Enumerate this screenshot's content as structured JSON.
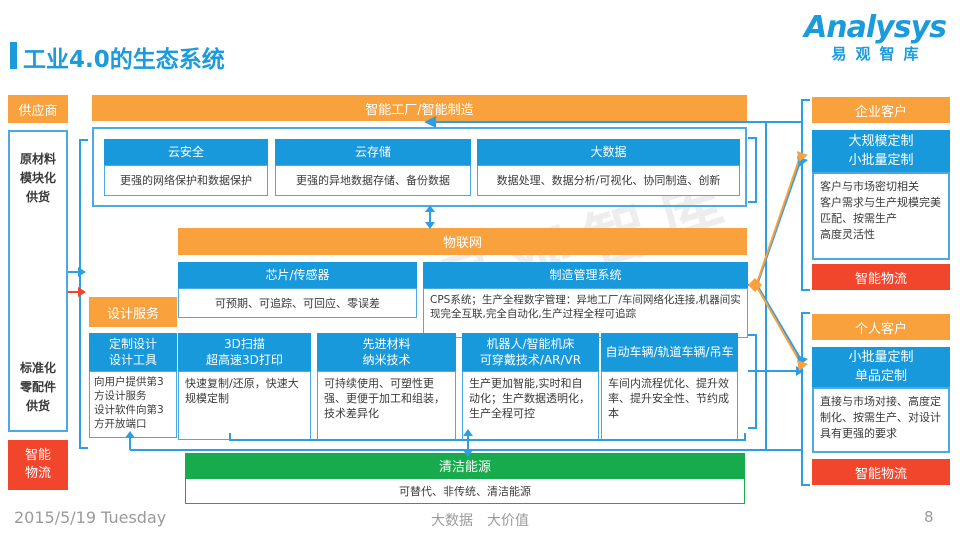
{
  "colors": {
    "orange": "#F9A13C",
    "blue": "#1899DB",
    "lightblue_border": "#4DA9E2",
    "red": "#F1452C",
    "green": "#18AB4D",
    "title_blue": "#1B9BDB",
    "line_blue": "#2E9EE3",
    "text_dark": "#3A3A3A",
    "gray": "#9B9B9B"
  },
  "page": {
    "title": "工业4.0的生态系统",
    "watermark": "易观智库",
    "footer_date": "2015/5/19 Tuesday",
    "footer_slogan": "大数据　大价值",
    "footer_page": "8"
  },
  "logo": {
    "name": "Analysys",
    "cn": "易观智库"
  },
  "left": {
    "header": "供应商",
    "item1": "原材料\n模块化\n供货",
    "item2": "标准化\n零配件\n供货",
    "logistics": "智能\n物流"
  },
  "main": {
    "factory_bar": "智能工厂/智能制造",
    "cloud": [
      {
        "title": "云安全",
        "desc": "更强的网络保护和数据保护"
      },
      {
        "title": "云存储",
        "desc": "更强的异地数据存储、备份数据"
      },
      {
        "title": "大数据",
        "desc": "数据处理、数据分析/可视化、协同制造、创新"
      }
    ],
    "iot_bar": "物联网",
    "iot": [
      {
        "title": "芯片/传感器",
        "desc": "可预期、可追踪、可回应、零误差"
      },
      {
        "title": "制造管理系统",
        "desc": "CPS系统；生产全程数字管理：异地工厂/车间网络化连接,机器间实现完全互联,完全自动化,生产过程全程可追踪"
      }
    ],
    "design_label": "设计服务",
    "tech": [
      {
        "title": "定制设计\n设计工具",
        "desc": "向用户提供第3方设计服务\n设计软件向第3方开放端口"
      },
      {
        "title": "3D扫描\n超高速3D打印",
        "desc": "快速复制/还原，快速大规模定制"
      },
      {
        "title": "先进材料\n纳米技术",
        "desc": "可持续使用、可塑性更强、更便于加工和组装，技术差异化"
      },
      {
        "title": "机器人/智能机床\n可穿戴技术/AR/VR",
        "desc": "生产更加智能,实时和自动化；生产数据透明化，生产全程可控"
      },
      {
        "title": "自动车辆/轨道车辆/吊车",
        "desc": "车间内流程优化、提升效率、提升安全性、节约成本"
      }
    ],
    "energy": {
      "title": "清洁能源",
      "desc": "可替代、非传统、清洁能源"
    }
  },
  "right": {
    "enterprise": {
      "header": "企业客户",
      "model": "大规模定制\n小批量定制",
      "desc": "客户与市场密切相关\n客户需求与生产规模完美匹配、按需生产\n高度灵活性",
      "logistics": "智能物流"
    },
    "personal": {
      "header": "个人客户",
      "model": "小批量定制\n单品定制",
      "desc": "直接与市场对接、高度定制化、按需生产、对设计具有更强的要求",
      "logistics": "智能物流"
    }
  }
}
